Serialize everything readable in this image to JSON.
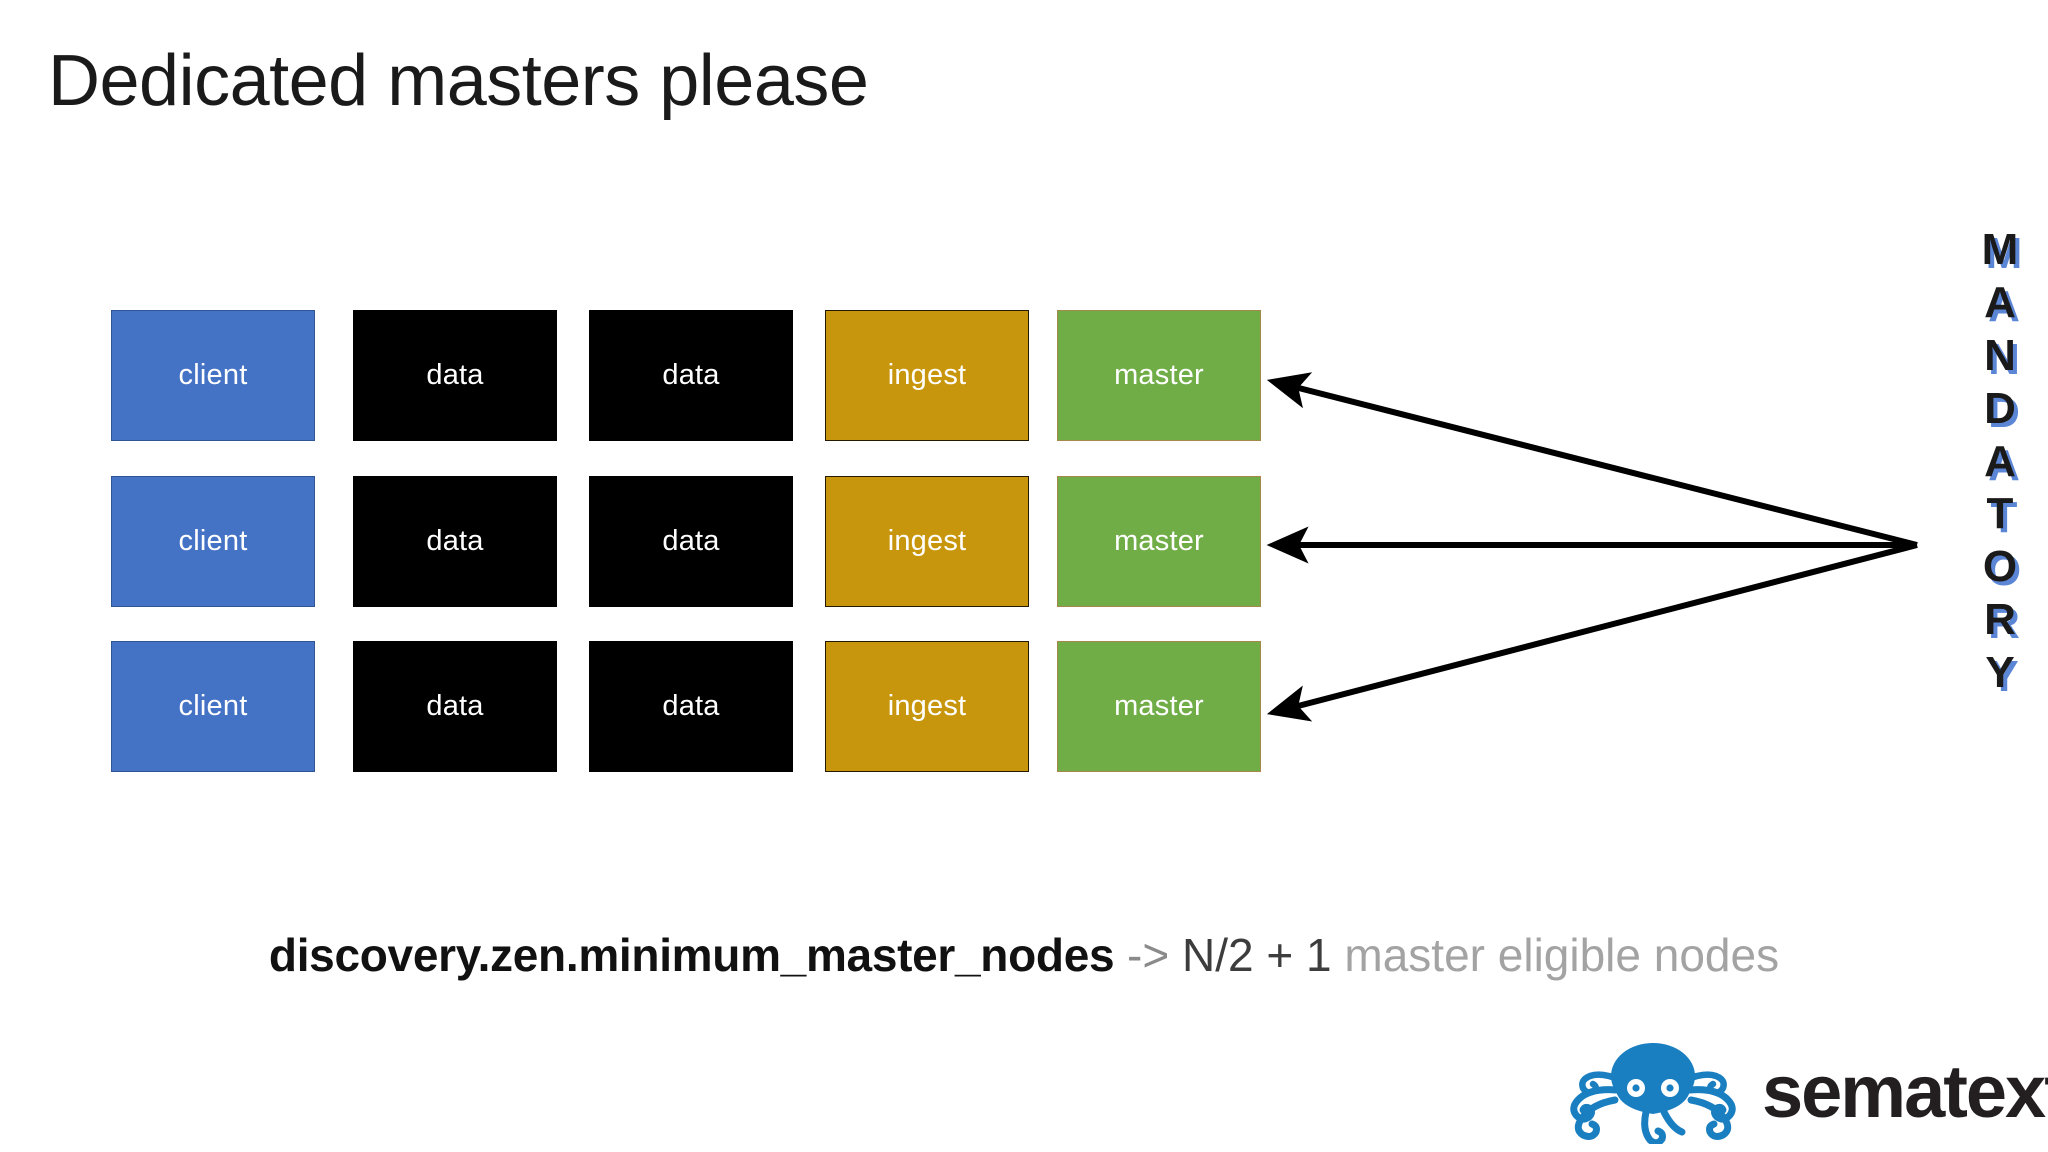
{
  "slide": {
    "title": "Dedicated masters please",
    "background_color": "#ffffff"
  },
  "colors": {
    "client": "#4472C4",
    "data": "#000000",
    "ingest": "#C8960C",
    "master": "#70AD47",
    "mandatory_shadow": "#5B86D6",
    "logo_blue": "#1A7FC1",
    "logo_text": "#231f20",
    "caption_muted": "#a3a3a3"
  },
  "grid": {
    "columns": [
      "client",
      "data",
      "data",
      "ingest",
      "master"
    ],
    "rows": [
      {
        "cells": [
          {
            "label": "client",
            "role": "client"
          },
          {
            "label": "data",
            "role": "data"
          },
          {
            "label": "data",
            "role": "data"
          },
          {
            "label": "ingest",
            "role": "ingest"
          },
          {
            "label": "master",
            "role": "master"
          }
        ]
      },
      {
        "cells": [
          {
            "label": "client",
            "role": "client"
          },
          {
            "label": "data",
            "role": "data"
          },
          {
            "label": "data",
            "role": "data"
          },
          {
            "label": "ingest",
            "role": "ingest"
          },
          {
            "label": "master",
            "role": "master"
          }
        ]
      },
      {
        "cells": [
          {
            "label": "client",
            "role": "client"
          },
          {
            "label": "data",
            "role": "data"
          },
          {
            "label": "data",
            "role": "data"
          },
          {
            "label": "ingest",
            "role": "ingest"
          },
          {
            "label": "master",
            "role": "master"
          }
        ]
      }
    ]
  },
  "annotation": {
    "word": "MANDATORY",
    "letters": [
      "M",
      "A",
      "N",
      "D",
      "A",
      "T",
      "O",
      "R",
      "Y"
    ],
    "arrow_count": 3,
    "arrow_targets": [
      "master-row-1",
      "master-row-2",
      "master-row-3"
    ]
  },
  "caption": {
    "setting": "discovery.zen.minimum_master_nodes",
    "arrow": " -> ",
    "formula": "N/2 + 1",
    "suffix": " master eligible nodes"
  },
  "logo": {
    "wordmark": "sematext",
    "mark": "octopus-icon"
  }
}
